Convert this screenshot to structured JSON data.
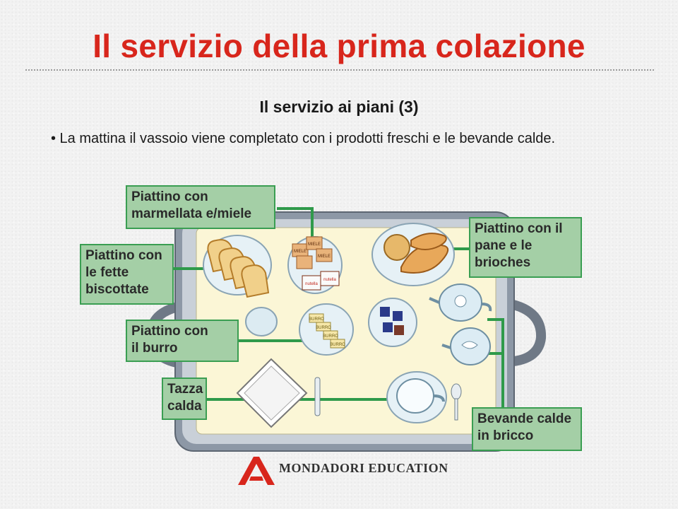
{
  "slide": {
    "title": "Il servizio della prima colazione",
    "subtitle": "Il servizio ai piani (3)",
    "bullet": "• La mattina il vassoio viene completato con i prodotti freschi e le bevande calde."
  },
  "labels": {
    "marmellata": "Piattino con\nmarmellata e/miele",
    "fette": "Piattino con\nle fette\nbiscottate",
    "burro": "Piattino con\nil burro",
    "tazza": "Tazza\ncalda",
    "pane": "Piattino con il\npane e le\nbrioches",
    "bevande": "Bevande calde\nin bricco"
  },
  "packets": {
    "miele": "MIELE",
    "nutella": "nutella",
    "burro": "BURRO"
  },
  "footer": {
    "publisher": "MONDADORI EDUCATION"
  },
  "colors": {
    "title": "#d8261c",
    "label_fill": "#a4cfa6",
    "label_border": "#3a9e52",
    "tray_fill": "#fbf6d6",
    "tray_frame": "#8d98a6"
  }
}
